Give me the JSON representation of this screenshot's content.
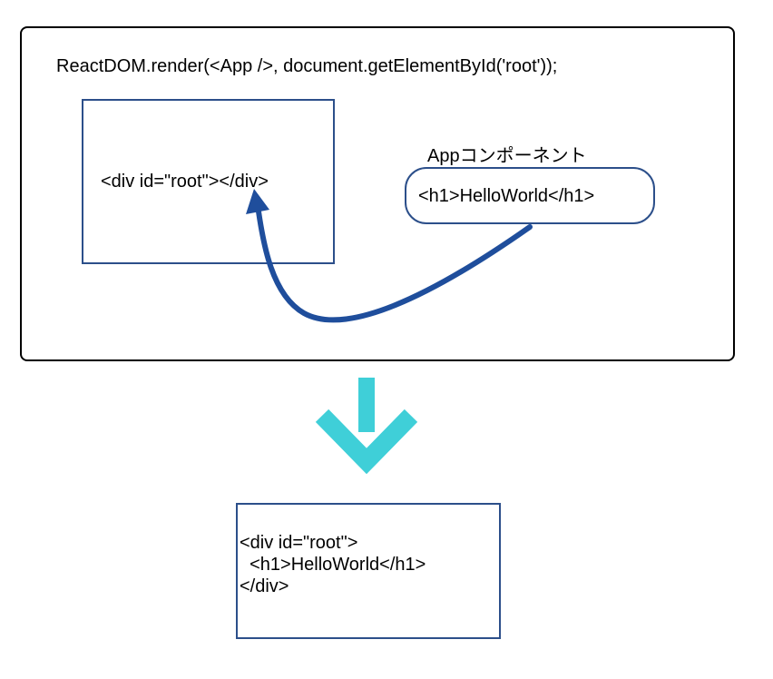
{
  "diagram": {
    "render_call": "ReactDOM.render(<App />, document.getElementById('root'));",
    "root_element": "<div id=\"root\"></div>",
    "component": {
      "title": "Appコンポーネント",
      "content": "<h1>HelloWorld</h1>"
    },
    "result": {
      "lines": [
        "<div id=\"root\">",
        "  <h1>HelloWorld</h1>",
        "</div>"
      ]
    }
  },
  "colors": {
    "frame": "#000000",
    "box_border": "#2c4f8a",
    "insert_arrow": "#1f4e9c",
    "transform_arrow": "#3fcfd8"
  },
  "icons": {
    "insert": "curved-arrow-icon",
    "transform": "arrow-down-icon"
  }
}
